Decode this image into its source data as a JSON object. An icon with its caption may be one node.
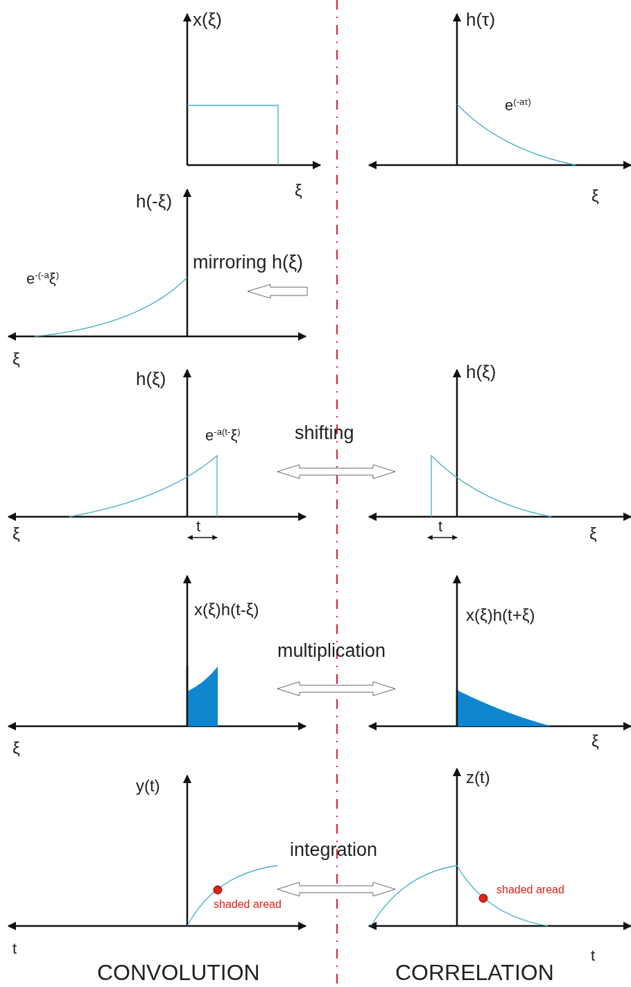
{
  "diagram": {
    "labels": [
      "x(ξ)",
      "h(τ)",
      "e$^{(-aτ)}$",
      "ξ",
      "ξ",
      "h(-ξ)",
      "mirroring h(ξ)",
      "e$^{-(-a}$ξ$^{)}$",
      "ξ",
      "h(ξ)",
      "h(ξ)",
      "shifting",
      "e$^{-a(t-}$ξ$^{)}$",
      "ξ",
      "t",
      "t",
      "ξ",
      "x(ξ)h(t-ξ)",
      "x(ξ)h(t+ξ)",
      "multiplication",
      "ξ",
      "ξ",
      "y(t)",
      "z(t)",
      "integration",
      "shaded aread",
      "shaded aread",
      "t",
      "t",
      "CONVOLUTION",
      "CORRELATION"
    ]
  }
}
